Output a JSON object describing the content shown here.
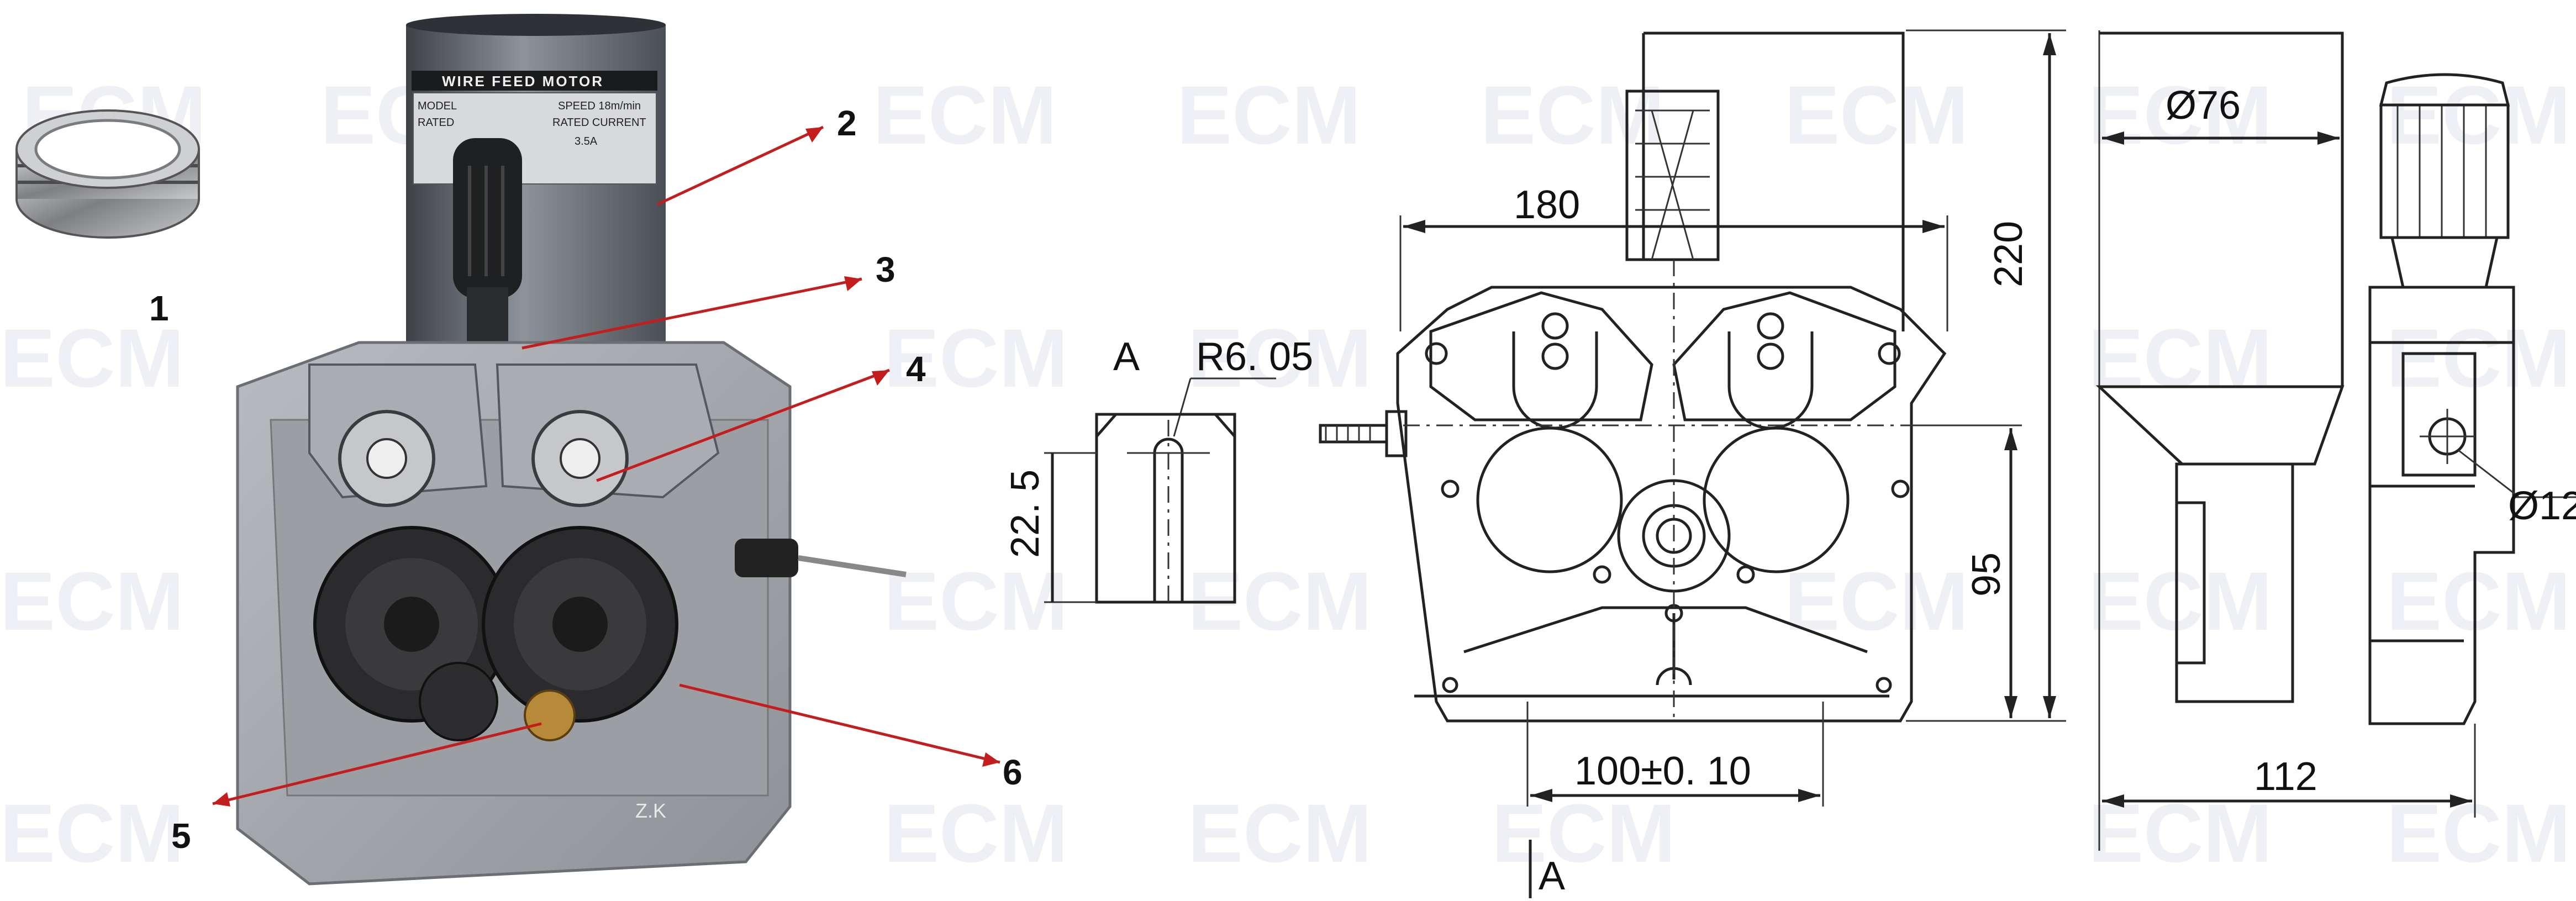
{
  "watermark": "ECM",
  "motor_label": "WIRE FEED MOTOR",
  "nameplate": {
    "line1": "MODEL",
    "line2": "RATED",
    "line3": "SPEED 18m/min",
    "line4": "RATED CURRENT",
    "line5": "3.5A"
  },
  "plate_mark": "Z.K",
  "callouts": [
    "1",
    "2",
    "3",
    "4",
    "5",
    "6"
  ],
  "section": {
    "view_label": "A",
    "radius_label": "R6. 05",
    "height_label": "22. 5"
  },
  "front_view": {
    "width_label": "180",
    "height_label": "220",
    "shaft_height_label": "95",
    "spacing_label": "100±0. 10",
    "cut_label": "A"
  },
  "side_view": {
    "diameter_label": "Ø76",
    "hole_label": "Ø12",
    "depth_label": "112"
  },
  "colors": {
    "callout_arrow": "#c41d1d",
    "housing": "#a7aaaf",
    "motor": "#62686f",
    "roller": "#2b2b2d"
  }
}
